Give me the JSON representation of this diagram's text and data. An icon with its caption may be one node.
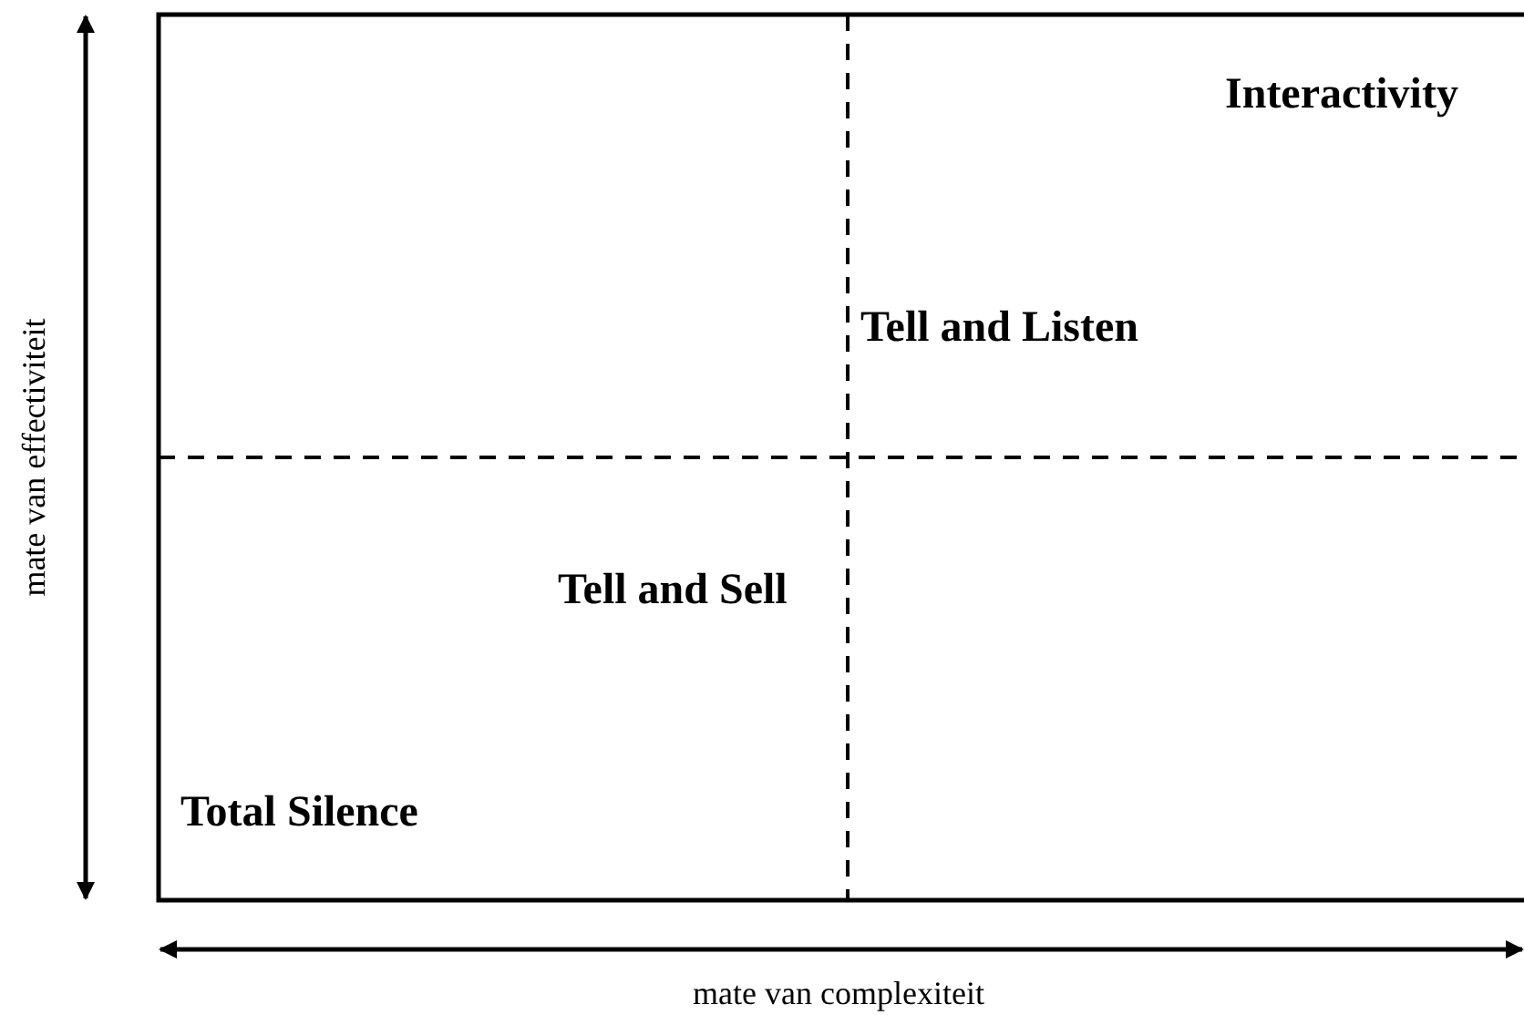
{
  "diagram": {
    "labels": [
      "Interactivity",
      "Tell and Listen",
      "mate van effectiviteit",
      "Tell and Sell",
      "Total Silence",
      "mate van complexiteit"
    ]
  }
}
